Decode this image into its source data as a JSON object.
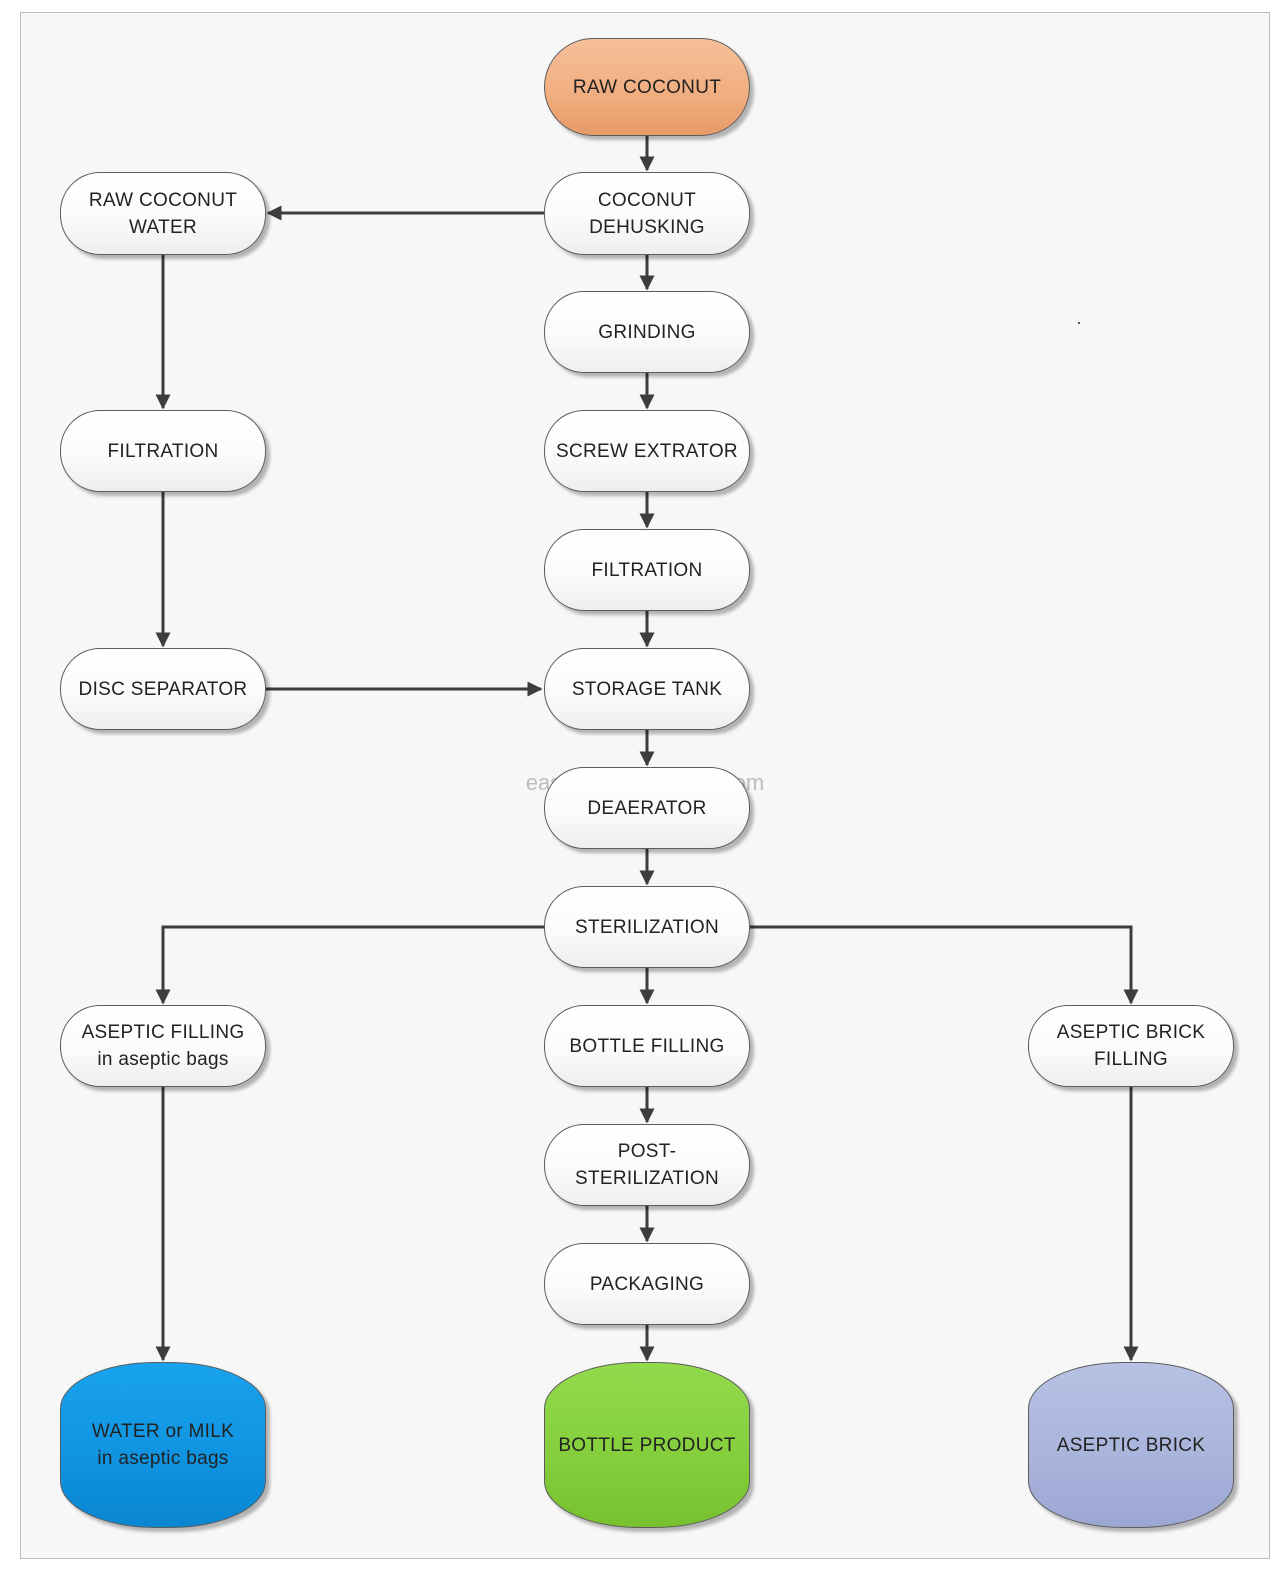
{
  "nodes": {
    "raw_coconut": "RAW COCONUT",
    "coconut_dehusking": "COCONUT\nDEHUSKING",
    "raw_coconut_water": "RAW COCONUT\nWATER",
    "grinding": "GRINDING",
    "screw_extrator": "SCREW EXTRATOR",
    "filtration_left": "FILTRATION",
    "filtration_center": "FILTRATION",
    "disc_separator": "DISC SEPARATOR",
    "storage_tank": "STORAGE TANK",
    "deaerator": "DEAERATOR",
    "sterilization": "STERILIZATION",
    "aseptic_filling": "ASEPTIC FILLING\nin aseptic bags",
    "bottle_filling": "BOTTLE FILLING",
    "aseptic_brick_filling": "ASEPTIC BRICK\nFILLING",
    "post_sterilization": "POST-\nSTERILIZATION",
    "packaging": "PACKAGING",
    "water_or_milk": "WATER or MILK\nin aseptic bags",
    "bottle_product": "BOTTLE PRODUCT",
    "aseptic_brick": "ASEPTIC BRICK"
  },
  "watermark": "easyreal.en.alibaba.com",
  "colors": {
    "raw_coconut_fill": "#f0ad7e",
    "aseptic_bags_fill": "#0f93e0",
    "bottle_product_fill": "#84ce3c",
    "aseptic_brick_fill": "#a9b4dc",
    "node_fill": "#f9f9f9",
    "connector": "#3d3d3d",
    "background": "#f7f7f7"
  }
}
